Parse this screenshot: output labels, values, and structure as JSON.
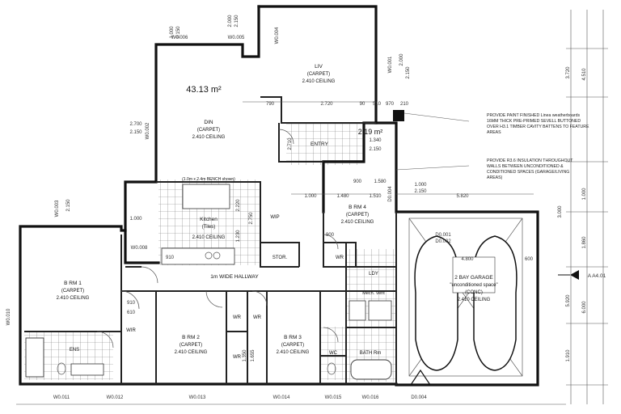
{
  "areas": {
    "main": "43.13 m²",
    "entry": "2.19 m²"
  },
  "rooms": {
    "liv": [
      "LIV",
      "(CARPET)",
      "2.410 CEILING"
    ],
    "din": [
      "DIN",
      "(CARPET)",
      "2.410 CEILING"
    ],
    "kitchen": [
      "Kitchen",
      "(Tiles)",
      "2.410 CEILING"
    ],
    "bench": "(1.0m x 2.4m BENCH shown)",
    "entry": "ENTRY",
    "brm4": [
      "B RM 4",
      "(CARPET)",
      "2.410 CEILING"
    ],
    "brm1": [
      "B RM 1",
      "(CARPET)",
      "2.410 CEILING"
    ],
    "brm2": [
      "B RM 2",
      "(CARPET)",
      "2.410 CEILING"
    ],
    "brm3": [
      "B RM 3",
      "(CARPET)",
      "2.410 CEILING"
    ],
    "garage": [
      "2 BAY GARAGE",
      "\"unconditioned space\"",
      "(CONC)",
      "2.410 CEILING"
    ],
    "hallway": "1m WIDE HALLWAY",
    "ens": "ENS",
    "wir1": "WIR",
    "wir2": "WR",
    "wr3": "WR",
    "wr4": "WR",
    "wr5": "WR",
    "stor": "STOR.",
    "wip": "WIP",
    "ldy": "LDY",
    "mech": "Mech. Vent",
    "wc": "WC",
    "bath": "BATH Rm"
  },
  "notes": {
    "note1": [
      "PROVIDE PAINT FINISHED Linea weatherboards",
      "16MM THICK PRE-PRIMED SEVELL BUTTONED",
      "OVER H3.1 TIMBER CAVITY BATTENS TO FEATURE",
      "AREAS"
    ],
    "note2": [
      "PROVIDE R3.6 INSULATION THROUGHOUT",
      "WALLS BETWEEN UNCONDITIONED &",
      "CONDITIONED SPACES (GARAGE/LIVING",
      "AREAS)"
    ]
  },
  "window_tags": {
    "w006": "W0.006",
    "w005": "W0.005",
    "w004t": "W0.004",
    "w001": "W0.001",
    "d004": "D0.004",
    "w002": "W0.002",
    "w008": "W0.008",
    "w003": "W0.003",
    "d001": "D0.001",
    "d002": "D0.002",
    "w011": "W0.011",
    "w012": "W0.012",
    "w013": "W0.013",
    "w014": "W0.014",
    "w015": "W0.015",
    "w016": "W0.016",
    "d004b": "D0.004",
    "w010": "W0.010"
  },
  "section_marker": "A A4.01",
  "dims": {
    "d150a": "0.150",
    "d000a": "1.000",
    "d150b": "2.150",
    "d000b": "2.000",
    "d150c": "2.150",
    "d700": "2.700",
    "d150d": "2.150",
    "d2720": "2.720",
    "d790": "790",
    "d90a": "90",
    "d510": "510",
    "d970": "970",
    "d210": "210",
    "d1340": "1.340",
    "d2150e": "2.150",
    "d2710": "2.710",
    "d900a": "900",
    "d1580": "1.580",
    "d1000b": "1.000",
    "d1480": "1.480",
    "d1510": "1.510",
    "d5820": "5.820",
    "d2150f": "2.150",
    "d1000c": "1.000",
    "d2750": "2.750",
    "d2150g": "2.150",
    "d1000d": "1.000",
    "d4800": "4.800",
    "d600": "600",
    "d3720": "3.720",
    "d4510": "4.510",
    "d3000": "3.000",
    "d1000e": "1.000",
    "d5920": "5.920",
    "d1860": "1.860",
    "d6000": "6.000",
    "d1910": "1.910",
    "d910a": "910",
    "d910b": "910",
    "d610": "610",
    "d900": "900",
    "d2220": "2.220",
    "d1230": "1.230",
    "d1655": "1.655",
    "d1350": "1.350"
  }
}
